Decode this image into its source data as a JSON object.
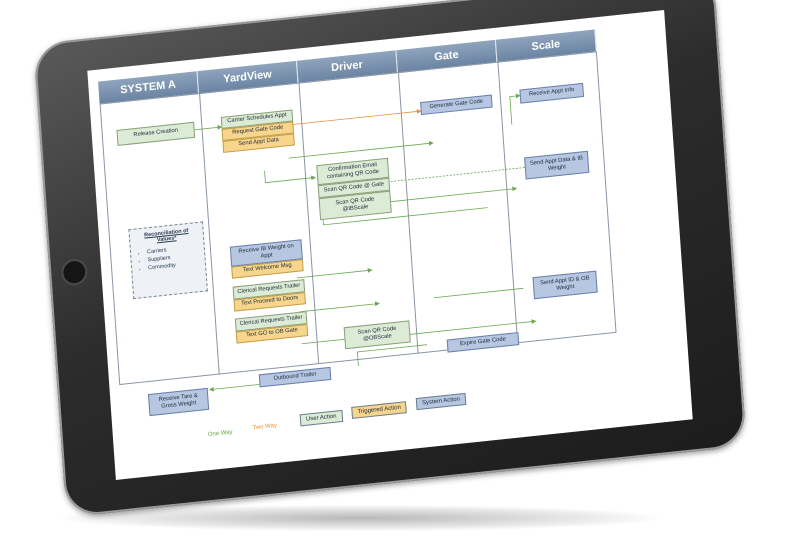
{
  "lanes": [
    "SYSTEM A",
    "YardView",
    "Driver",
    "Gate",
    "Scale"
  ],
  "boxes": {
    "release_creation": "Release Creation",
    "carrier_schedules_appt": "Carrier Schedules Appt",
    "request_gate_code": "Request Gate Code",
    "send_appt_data": "Send Appt Data",
    "confirmation_email": "Confirmation Email containing QR Code",
    "scan_qr_gate": "Scan QR Code @ Gate",
    "scan_qr_ibscale": "Scan QR Code @IBScale",
    "generate_gate_code": "Generate Gate Code",
    "receive_appt_info": "Receive Appt Info",
    "send_appt_data_ib": "Send Appt Data & IB Weight",
    "receive_ib_weight": "Receive IB Weight on Appt",
    "text_welcome": "Text Welcome Msg",
    "clerical_requests_trailer_1": "Clerical Requests Trailer",
    "text_proceed": "Text Proceed to Doors",
    "clerical_requests_trailer_2": "Clerical Requests Trailer",
    "text_go_ob_gate": "Text GO to OB Gate",
    "scan_qr_obscale": "Scan QR Code @OBScale",
    "send_appt_id": "Send Appt ID & OB Weight",
    "expire_gate_code": "Expire Gate Code",
    "outbound_trailer": "Outbound Trailer",
    "receive_tare": "Receive Tare & Gross Weight"
  },
  "reconciliation": {
    "title": "Reconciliation of Values*",
    "items": [
      "Carriers",
      "Suppliers",
      "Commodity"
    ]
  },
  "legend": {
    "one_way": "One Way",
    "two_way": "Two Way",
    "user_action": "User Action",
    "triggered_action": "Triggered Action",
    "system_action": "System Action"
  },
  "colors": {
    "lane_header": "#7189a8",
    "user_action": "#dcebd5",
    "triggered_action": "#f7d58d",
    "system_action": "#b7c7e2",
    "one_way_arrow": "#6aa84f",
    "two_way_arrow": "#e69138"
  }
}
